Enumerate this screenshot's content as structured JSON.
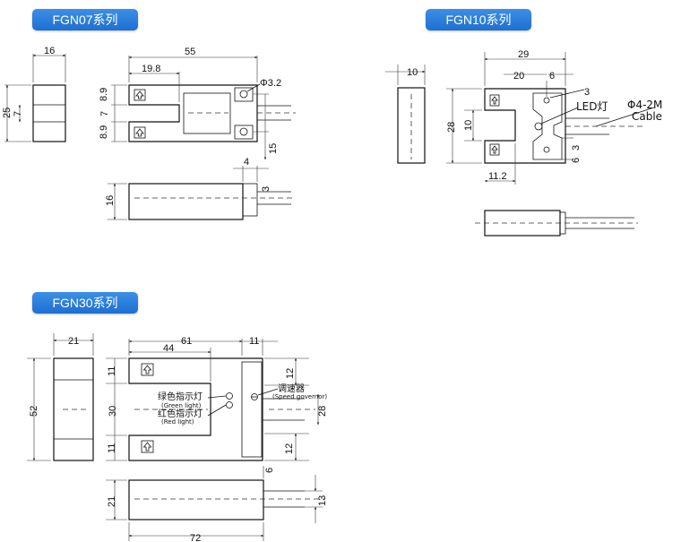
{
  "series_labels": {
    "fgn07": "FGN07系列",
    "fgn10": "FGN10系列",
    "fgn30": "FGN30系列"
  },
  "fgn07": {
    "dim_width_side": "16",
    "dim_height_side": "25",
    "dim_slot_side": "7",
    "dim_length": "55",
    "dim_slot_depth": "19.8",
    "dim_top": "8.9",
    "dim_slot": "7",
    "dim_bottom": "8.9",
    "dim_hole": "Φ3.2",
    "dim_hole_spacing": "15",
    "dim_thickness": "16",
    "dim_tab": "4",
    "dim_cable": "3"
  },
  "fgn10": {
    "dim_thickness": "10",
    "dim_width": "29",
    "dim_inner": "20",
    "dim_tab": "6",
    "dim_hole": "3",
    "dim_height": "28",
    "dim_slot": "10",
    "dim_slot_depth": "11.2",
    "dim_offset_a": "3",
    "dim_offset_b": "6",
    "led_label": "LED灯",
    "cable_spec": "Φ4-2M",
    "cable_label": "Cable"
  },
  "fgn30": {
    "dim_width_side": "21",
    "dim_height_side": "52",
    "dim_length": "61",
    "dim_slot_depth": "44",
    "dim_tab": "11",
    "dim_top": "11",
    "dim_slot": "30",
    "dim_bottom": "11",
    "dim_right_top": "12",
    "dim_right_mid": "28",
    "dim_right_bottom": "12",
    "green_cn": "绿色指示灯",
    "green_en": "(Green light)",
    "red_cn": "红色指示灯",
    "red_en": "(Red light)",
    "gov_cn": "调速器",
    "gov_en": "(Speed governor)",
    "dim_thickness": "21",
    "dim_total": "72",
    "dim_tab_small": "6",
    "dim_cable": "13"
  },
  "icon_names": [
    "up-arrow-icon",
    "mount-hole-icon",
    "led-icon",
    "governor-icon"
  ],
  "colors": {
    "badge": "#2a7fe0",
    "line": "#111111"
  }
}
